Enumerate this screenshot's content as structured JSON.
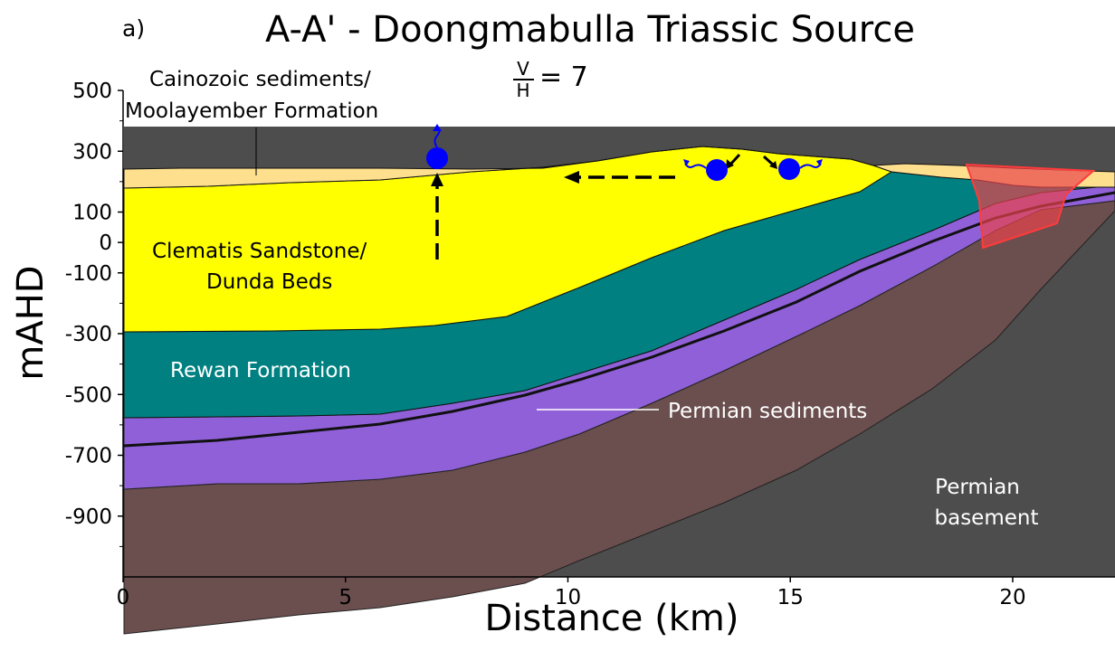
{
  "panel_label": "a)",
  "title": "A-A' - Doongmabulla Triassic Source",
  "scale_note": {
    "numerator": "V",
    "denominator": "H",
    "value": "= 7"
  },
  "axes": {
    "xlabel": "Distance (km)",
    "ylabel": "mAHD",
    "x_range_km": [
      0,
      22.3
    ],
    "y_range_m": [
      -1100,
      500
    ],
    "x_ticks": [
      {
        "v": 0,
        "label": "0"
      },
      {
        "v": 5,
        "label": "5"
      },
      {
        "v": 10,
        "label": "10"
      },
      {
        "v": 15,
        "label": "15"
      },
      {
        "v": 20,
        "label": "20"
      }
    ],
    "y_ticks": [
      {
        "v": 500,
        "label": "500"
      },
      {
        "v": 300,
        "label": "300"
      },
      {
        "v": 100,
        "label": "100"
      },
      {
        "v": 0,
        "label": "0"
      },
      {
        "v": -100,
        "label": "-100"
      },
      {
        "v": -300,
        "label": "-300"
      },
      {
        "v": -500,
        "label": "-500"
      },
      {
        "v": -700,
        "label": "-700"
      },
      {
        "v": -900,
        "label": "-900"
      }
    ],
    "y_minor_ticks": [
      400,
      200,
      -200,
      -400,
      -600,
      -800,
      -1000
    ]
  },
  "layers": {
    "cainozoic": {
      "lines": [
        "Cainozoic sediments/",
        "Moolayember Formation"
      ],
      "color": "#FDDF8E"
    },
    "clematis": {
      "lines": [
        "Clematis Sandstone/",
        "Dunda Beds"
      ],
      "color": "#FFFF00"
    },
    "rewan": {
      "label": "Rewan Formation",
      "color": "#008080"
    },
    "permian_sediments": {
      "label": "Permian sediments",
      "color": "#9060D8",
      "thin_band_color": "#6B4E4E"
    },
    "basement": {
      "lines": [
        "Permian",
        "basement"
      ],
      "color": "#4D4D4D"
    }
  },
  "source_zone": {
    "color": "#E8434B"
  },
  "marker_color": "#0000FF",
  "flow_arrow_color": "#000000"
}
